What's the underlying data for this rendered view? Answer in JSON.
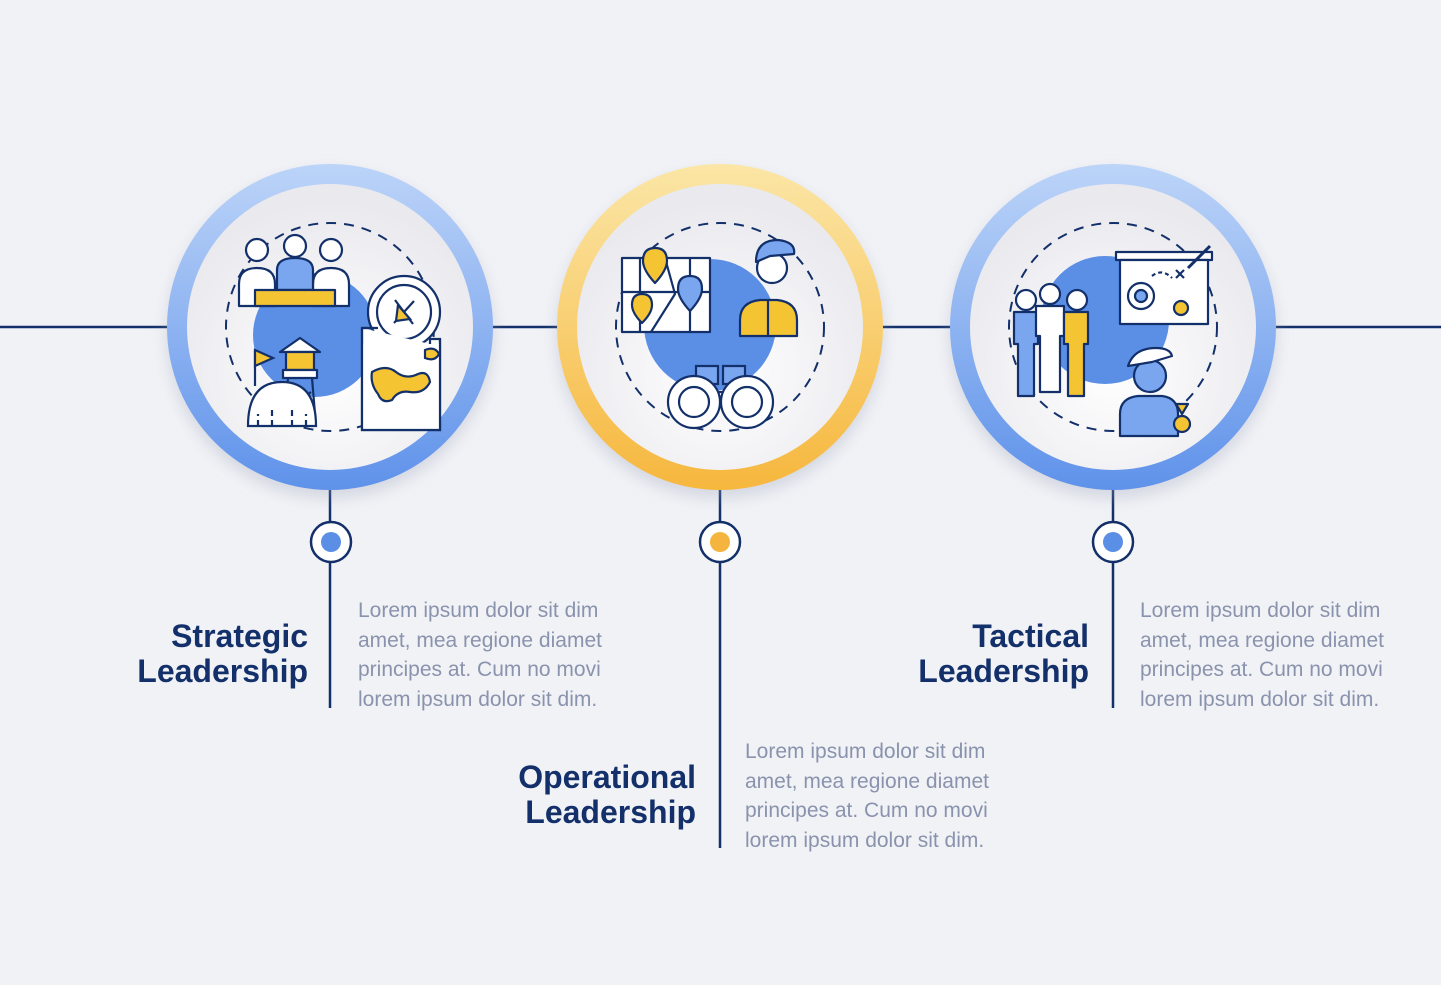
{
  "colors": {
    "background": "#f1f2f6",
    "line": "#13306a",
    "blue": "#5b8fe6",
    "blue_ring": "#7aa6ef",
    "yellow": "#f5c433",
    "yellow_ring": "#f7c64a",
    "title": "#13306a",
    "text": "#8a93ad"
  },
  "steps": [
    {
      "accent": "blue",
      "icons": [
        "meeting-table-icon",
        "compass-icon",
        "world-map-icon",
        "watchtower-icon",
        "dome-tent-icon",
        "flag-icon"
      ],
      "title_lines": [
        "Strategic",
        "Leadership"
      ],
      "desc_lines": [
        "Lorem ipsum dolor sit dim",
        "amet, mea regione diamet",
        "principes at. Cum no movi",
        "lorem ipsum dolor sit dim."
      ]
    },
    {
      "accent": "yellow",
      "icons": [
        "map-pins-icon",
        "soldier-icon",
        "binoculars-icon"
      ],
      "title_lines": [
        "Operational",
        "Leadership"
      ],
      "desc_lines": [
        "Lorem ipsum dolor sit dim",
        "amet, mea regione diamet",
        "principes at. Cum no movi",
        "lorem ipsum dolor sit dim."
      ]
    },
    {
      "accent": "blue",
      "icons": [
        "tactics-board-icon",
        "squad-icon",
        "officer-medal-icon"
      ],
      "title_lines": [
        "Tactical",
        "Leadership"
      ],
      "desc_lines": [
        "Lorem ipsum dolor sit dim",
        "amet, mea regione diamet",
        "principes at. Cum no movi",
        "lorem ipsum dolor sit dim."
      ]
    }
  ]
}
